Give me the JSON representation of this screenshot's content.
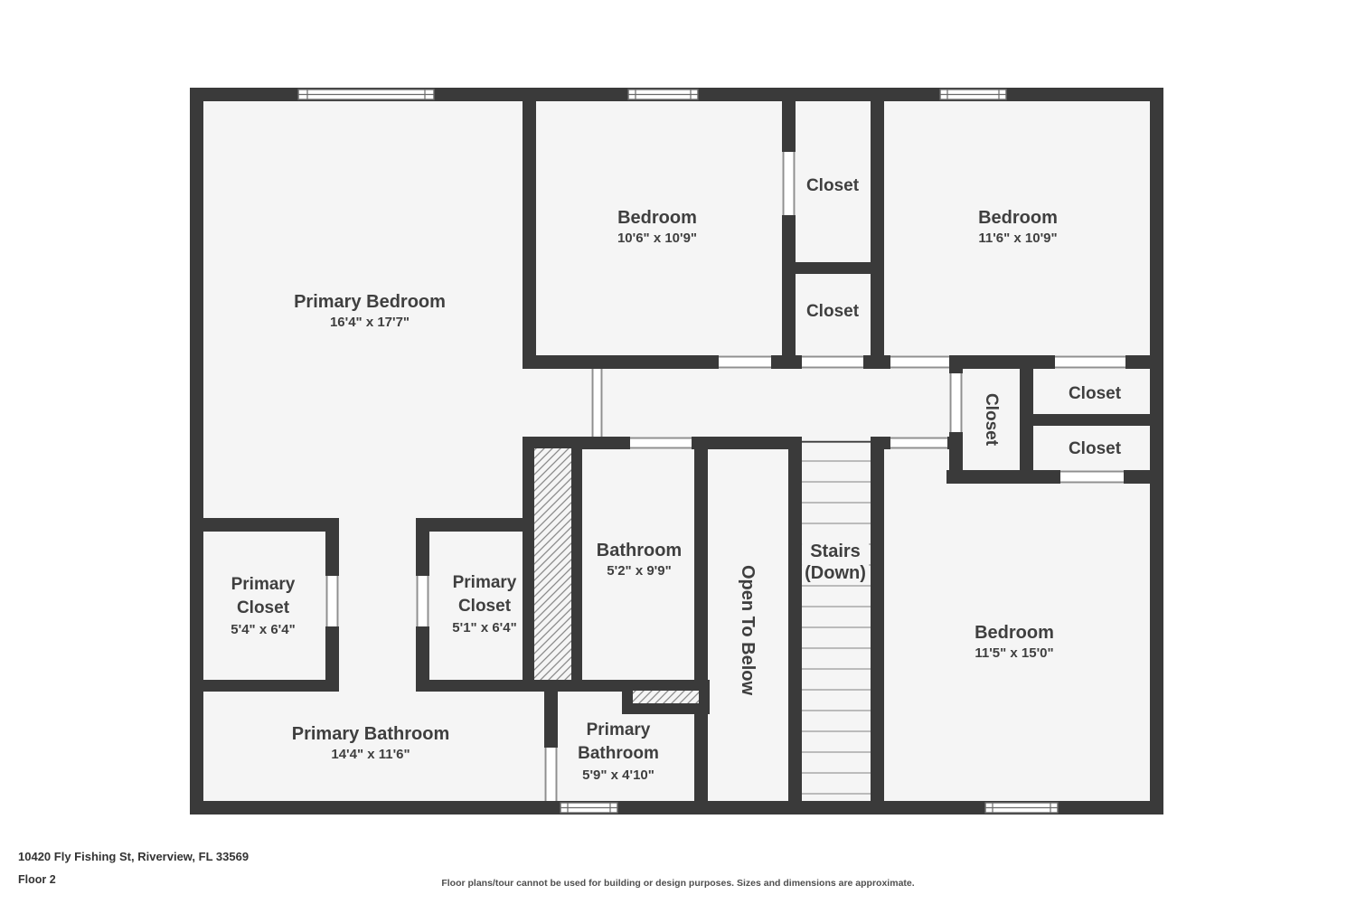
{
  "plan": {
    "rooms": {
      "primary_bedroom": {
        "name": "Primary Bedroom",
        "dims": "16'4\" x 17'7\""
      },
      "bedroom_middle": {
        "name": "Bedroom",
        "dims": "10'6\" x 10'9\""
      },
      "bedroom_right": {
        "name": "Bedroom",
        "dims": "11'6\" x 10'9\""
      },
      "bedroom_bottom": {
        "name": "Bedroom",
        "dims": "11'5\" x 15'0\""
      },
      "bathroom": {
        "name": "Bathroom",
        "dims": "5'2\" x 9'9\""
      },
      "primary_bathroom_large": {
        "name": "Primary Bathroom",
        "dims": "14'4\" x 11'6\""
      },
      "primary_bathroom_small": {
        "name_line1": "Primary",
        "name_line2": "Bathroom",
        "dims": "5'9\" x 4'10\""
      },
      "primary_closet_left": {
        "name_line1": "Primary",
        "name_line2": "Closet",
        "dims": "5'4\" x 6'4\""
      },
      "primary_closet_right": {
        "name_line1": "Primary",
        "name_line2": "Closet",
        "dims": "5'1\" x 6'4\""
      },
      "closet_middle_upper": {
        "name": "Closet"
      },
      "closet_middle_lower": {
        "name": "Closet"
      },
      "closet_hall": {
        "name": "Closet"
      },
      "closet_right_upper": {
        "name": "Closet"
      },
      "closet_right_lower": {
        "name": "Closet"
      },
      "open_to_below": {
        "name": "Open To Below"
      },
      "stairs": {
        "name_line1": "Stairs",
        "name_line2": "(Down)"
      }
    },
    "colors": {
      "wall": "#3a3a3a",
      "room_fill": "#f5f5f5",
      "text": "#3f3f3f",
      "door_jamb": "#8f8f8f",
      "stair_tread": "#a8a8a8",
      "hatch_line": "#8a8a8a"
    }
  },
  "footer": {
    "address": "10420 Fly Fishing St, Riverview, FL 33569",
    "floor_label": "Floor 2",
    "disclaimer": "Floor plans/tour cannot be used for building or design purposes. Sizes and dimensions are approximate."
  }
}
